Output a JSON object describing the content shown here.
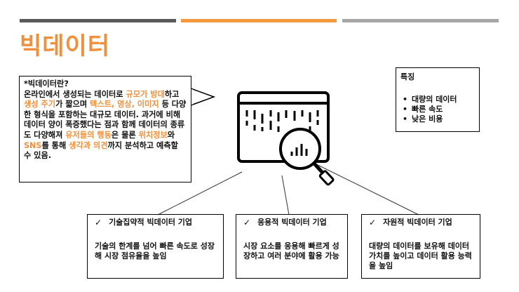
{
  "title": "빅데이터",
  "callout": {
    "q": "*빅데이터란?",
    "s1": "온라인에서 생성되는 데이터로 ",
    "h1": "규모가 방대",
    "s2": "하고 ",
    "h2": "생성 주기",
    "s3": "가 짧으며 ",
    "h3": "텍스트, 영상, 이미지",
    "s4": " 등 다양한 형식을 포함하는 대규모 데이터. 과거에 비해 데이터 양이 폭증했다는 점과 함께 데이터의 종류도 다양해져 ",
    "h4": "유저들의 행동",
    "s5": "은 물론 ",
    "h5": "위치정보",
    "s6": "와 ",
    "h6": "SNS",
    "s7": "를 통해 ",
    "h7": "생각과 의견",
    "s8": "까지 분석하고 예측할 수 있음."
  },
  "features": {
    "title": "특징",
    "items": [
      "대량의 데이터",
      "빠른 속도",
      "낮은 비용"
    ]
  },
  "boxes": [
    {
      "title": "기술집약적 빅데이터 기업",
      "desc": "기술의 한계를 넘어 빠른 속도로 성장해 시장 점유율을 높임"
    },
    {
      "title": "응용적 빅데이터 기업",
      "desc": "시장 요소를 응용해 빠르게 성장하고 여러 분야에 활용 가능"
    },
    {
      "title": "자원적 빅데이터 기업",
      "desc": "대량의 데이터를 보유해 데이터 가치를 높이고 데이터 활용 능력을 높임"
    }
  ],
  "colors": {
    "accent": "#f0903c",
    "bar_dark": "#595959",
    "bar_gray": "#a6a6a6"
  },
  "icons": [
    "data-monitor-magnifier-icon",
    "check-icon"
  ]
}
